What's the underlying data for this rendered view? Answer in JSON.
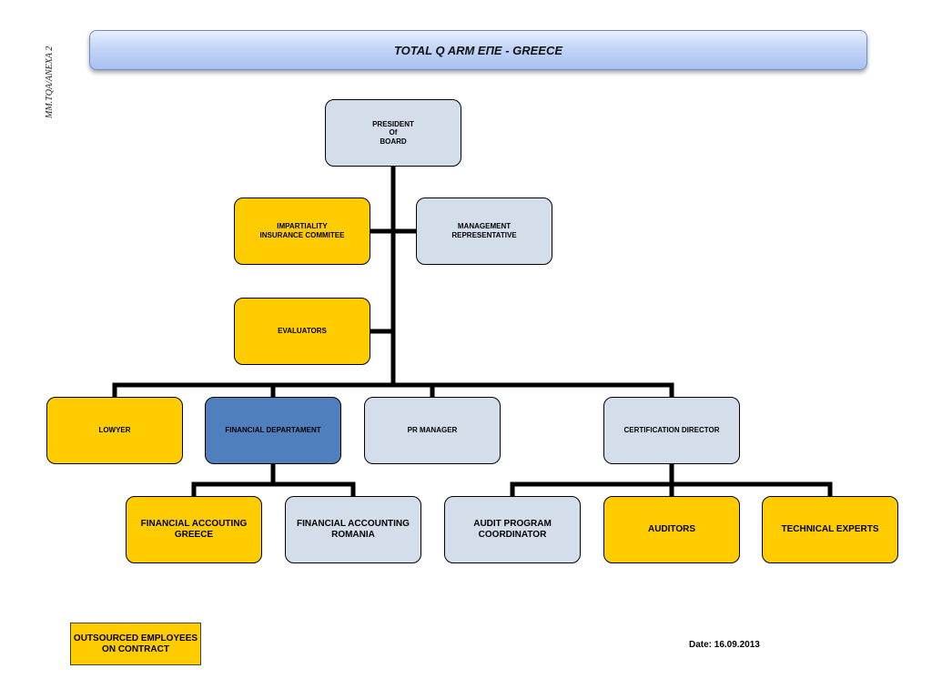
{
  "side_label": "MM.TQA/ANEXA 2",
  "title": "TOTAL Q ARM ΕΠΕ - GREECE",
  "nodes": {
    "president": "PRESIDENT\nOf\nBOARD",
    "impartiality": "IMPARTIALITY\nINSURANCE COMMITEE",
    "management": "MANAGEMENT\nREPRESENTATIVE",
    "evaluators": "EVALUATORS",
    "lowyer": "LOWYER",
    "financial_department": "FINANCIAL DEPARTAMENT",
    "pr_manager": "PR MANAGER",
    "certification_director": "CERTIFICATION DIRECTOR",
    "fin_greece": "FINANCIAL ACCOUTING\nGREECE",
    "fin_romania": "FINANCIAL ACCOUNTING\nROMANIA",
    "audit_coordinator": "AUDIT PROGRAM\nCOORDINATOR",
    "auditors": "AUDITORS",
    "technical_experts": "TECHNICAL EXPERTS"
  },
  "legend": "OUTSOURCED EMPLOYEES\nON CONTRACT",
  "date": "Date: 16.09.2013",
  "colors": {
    "internal": "#d3deea",
    "outsourced": "#ffcc00",
    "highlight": "#4f7fbd",
    "banner": "#c3d5f8"
  }
}
